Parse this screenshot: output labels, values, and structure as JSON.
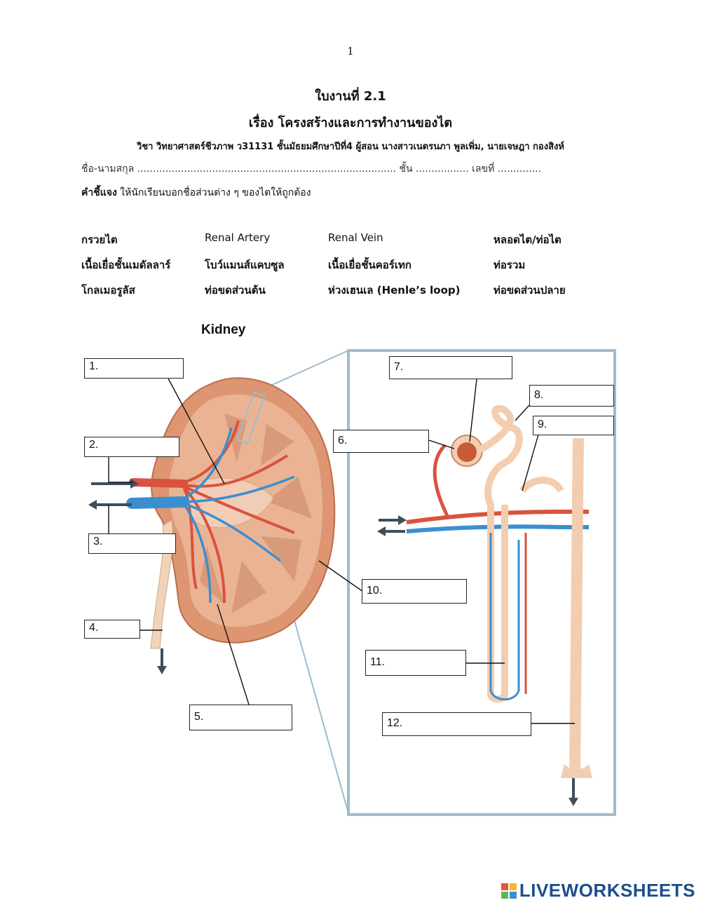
{
  "page_number": "1",
  "title": "ใบงานที่ 2.1",
  "subtitle": "เรื่อง โครงสร้างและการทำงานของไต",
  "course_line": "วิชา วิทยาศาสตร์ชีวภาพ ว31131 ชั้นมัธยมศึกษาปีที่4 ผู้สอน นางสาวเนตรนภา พูลเพิ่ม, นายเจษฎา กองสิงห์",
  "name_line": "ชื่อ-นามสกุล ................................................................................... ชั้น ................. เลขที่ ..............",
  "instruction_label": "คำชี้แจง",
  "instruction_text": " ให้นักเรียนบอกชื่อส่วนต่าง ๆ ของไตให้ถูกต้อง",
  "word_bank": [
    [
      "กรวยไต",
      "Renal Artery",
      "Renal Vein",
      "หลอดไต/ท่อไต"
    ],
    [
      "เนื้อเยื่อชั้นเมดัลลาร์",
      "โบว์แมนส์แคบซูล",
      "เนื้อเยื่อชั้นคอร์เทก",
      "ท่อรวม"
    ],
    [
      "โกลเมอรูลัส",
      "ท่อขดส่วนต้น",
      "ห่วงเฮนเล (Henle’s loop)",
      "ท่อขดส่วนปลาย"
    ]
  ],
  "diagram_title": "Kidney",
  "labels": [
    "1.",
    "2.",
    "3.",
    "4.",
    "5.",
    "6.",
    "7.",
    "8.",
    "9.",
    "10.",
    "11.",
    "12."
  ],
  "colors": {
    "artery": "#d9533f",
    "vein": "#3b8fd0",
    "tissue": "#e7a483",
    "tubule": "#f3cdb0",
    "frame": "#9dbccf",
    "arrow": "#3e4e5c"
  },
  "logo_text": "LIVEWORKSHEETS"
}
